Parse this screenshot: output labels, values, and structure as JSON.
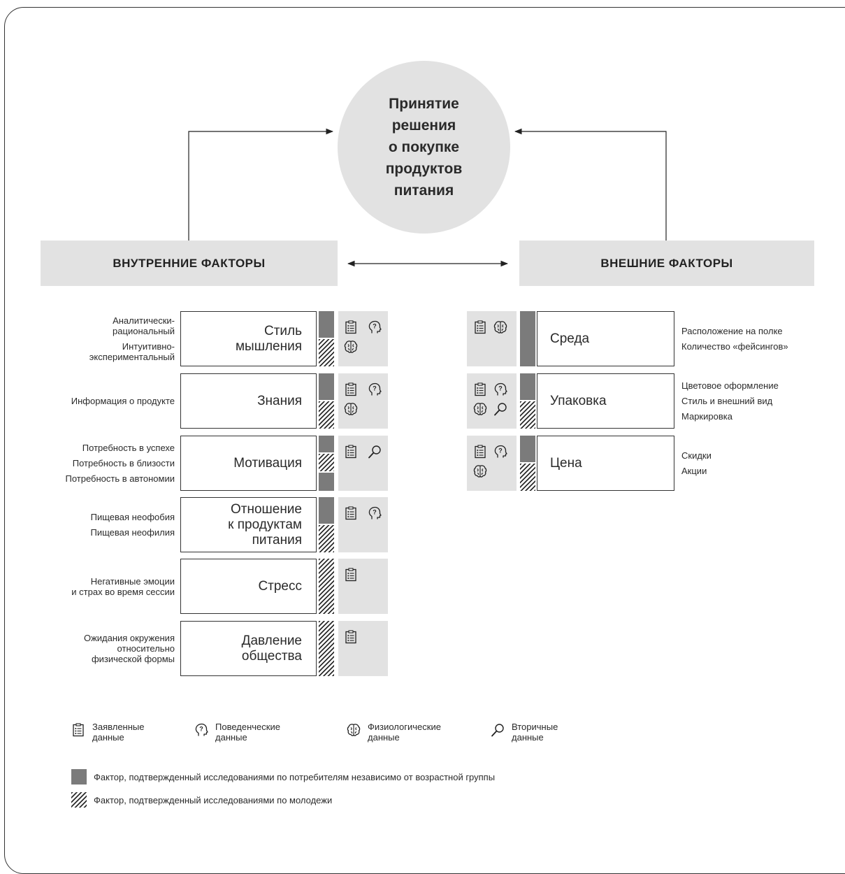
{
  "center": {
    "title": "Принятие\nрешения\nо покупке\nпродуктов\nпитания"
  },
  "internal": {
    "header": "ВНУТРЕННИЕ ФАКТОРЫ",
    "factors": [
      {
        "name": "Стиль\nмышления",
        "bar": [
          "solid",
          "hatch"
        ],
        "icons": [
          "survey",
          "behavior",
          "physio"
        ],
        "labels": [
          "Аналитически-\nрациональный",
          "Интуитивно-\nэкспериментальный"
        ]
      },
      {
        "name": "Знания",
        "bar": [
          "solid",
          "hatch"
        ],
        "icons": [
          "survey",
          "behavior",
          "physio"
        ],
        "labels": [
          "Информация о продукте"
        ]
      },
      {
        "name": "Мотивация",
        "bar": [
          "solid",
          "hatch",
          "solid"
        ],
        "icons": [
          "survey",
          "secondary"
        ],
        "labels": [
          "Потребность в успехе",
          "Потребность в близости",
          "Потребность в автономии"
        ]
      },
      {
        "name": "Отношение\nк продуктам\nпитания",
        "bar": [
          "solid",
          "hatch"
        ],
        "icons": [
          "survey",
          "behavior"
        ],
        "labels": [
          "Пищевая неофобия",
          "Пищевая неофилия"
        ]
      },
      {
        "name": "Стресс",
        "bar": [
          "hatch"
        ],
        "icons": [
          "survey"
        ],
        "labels": [
          "Негативные эмоции\nи страх во время сессии"
        ]
      },
      {
        "name": "Давление\nобщества",
        "bar": [
          "hatch"
        ],
        "icons": [
          "survey"
        ],
        "labels": [
          "Ожидания окружения\nотносительно\nфизической формы"
        ]
      }
    ]
  },
  "external": {
    "header": "ВНЕШНИЕ ФАКТОРЫ",
    "factors": [
      {
        "name": "Среда",
        "bar": [
          "solid"
        ],
        "icons": [
          "survey",
          "physio"
        ],
        "labels": [
          "Расположение на полке",
          "Количество «фейсингов»"
        ]
      },
      {
        "name": "Упаковка",
        "bar": [
          "solid",
          "hatch"
        ],
        "icons": [
          "survey",
          "behavior",
          "physio",
          "secondary"
        ],
        "labels": [
          "Цветовое оформление",
          "Стиль и внешний вид",
          "Маркировка"
        ]
      },
      {
        "name": "Цена",
        "bar": [
          "solid",
          "hatch"
        ],
        "icons": [
          "survey",
          "behavior",
          "physio"
        ],
        "labels": [
          "Скидки",
          "Акции"
        ]
      }
    ]
  },
  "legend": {
    "icons": [
      {
        "icon": "survey",
        "label": "Заявленные\nданные"
      },
      {
        "icon": "behavior",
        "label": "Поведенческие\nданные"
      },
      {
        "icon": "physio",
        "label": "Физиологические\nданные"
      },
      {
        "icon": "secondary",
        "label": "Вторичные\nданные"
      }
    ],
    "solid_label": "Фактор, подтвержденный исследованиями по потребителям независимо от возрастной группы",
    "hatch_label": "Фактор, подтвержденный исследованиями по молодежи"
  }
}
